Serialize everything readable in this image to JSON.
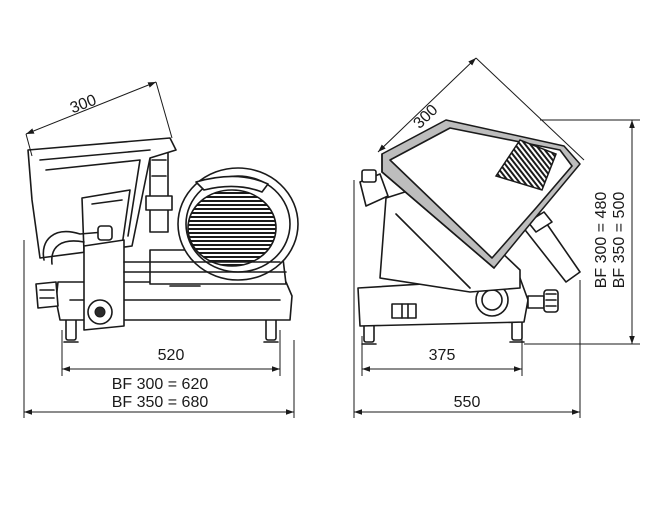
{
  "labels": {
    "left_depth": "300",
    "left_width": "520",
    "left_total_1": "BF 300 = 620",
    "left_total_2": "BF 350 = 680",
    "right_depth": "300",
    "right_width": "375",
    "right_total": "550",
    "right_height_1": "BF 300 = 480",
    "right_height_2": "BF 350 = 500"
  }
}
